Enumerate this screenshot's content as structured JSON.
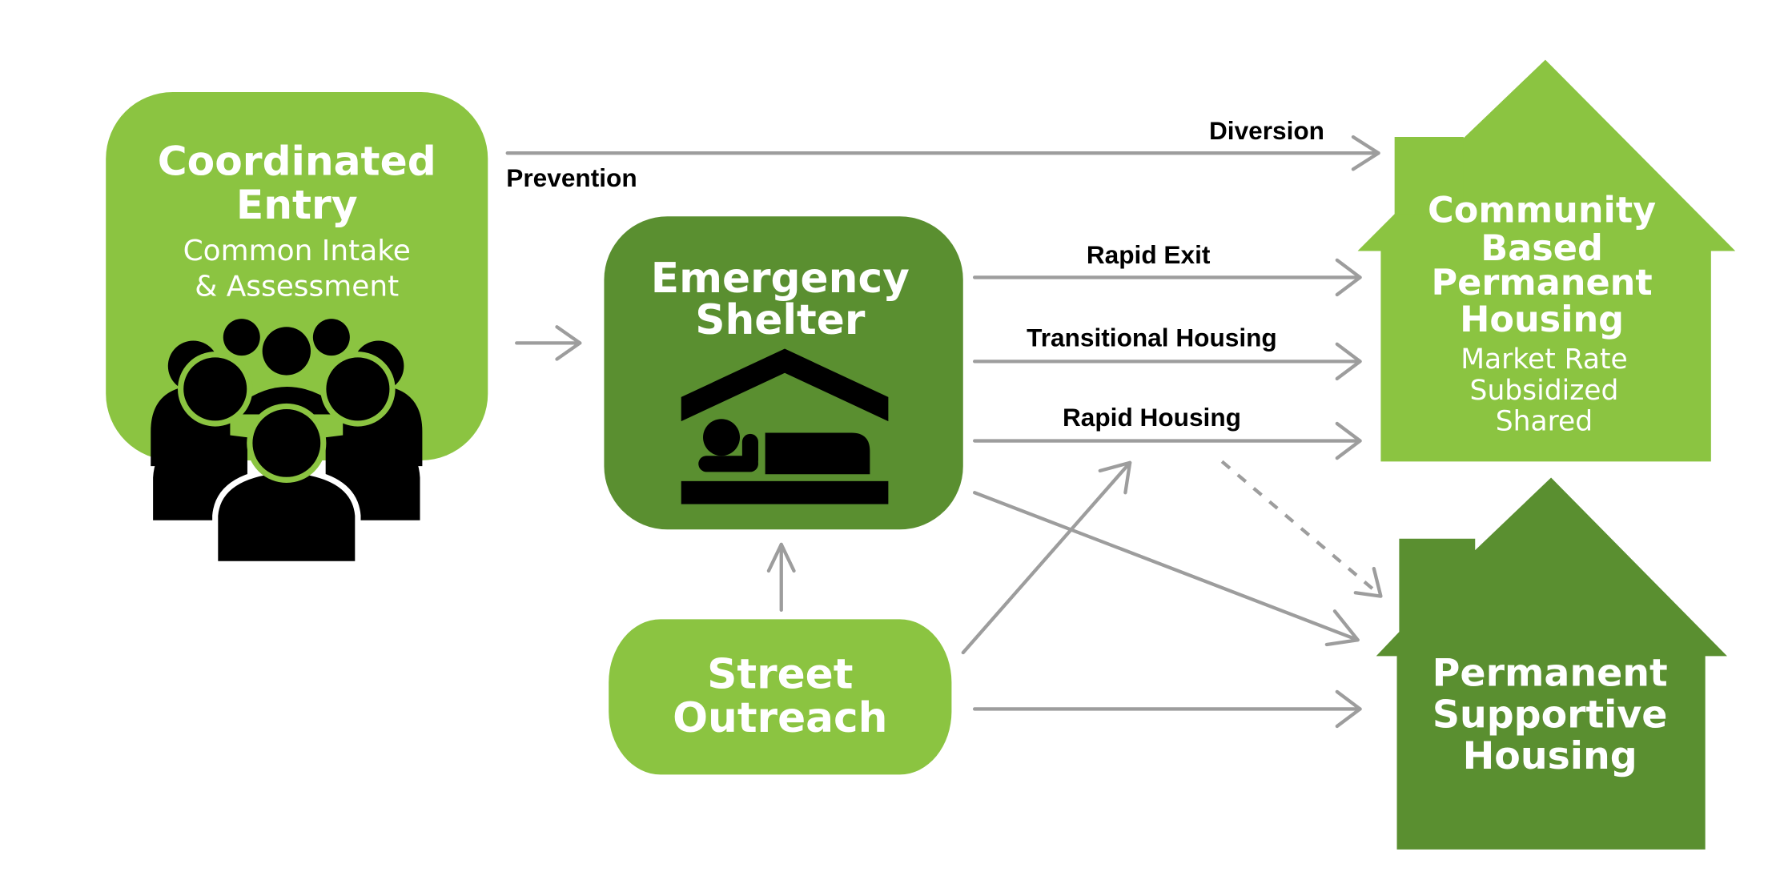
{
  "colors": {
    "light_green": "#8bc441",
    "dark_green": "#5a8f30",
    "arrow_gray": "#9d9d9d",
    "label_black": "#000000",
    "text_white": "#ffffff"
  },
  "nodes": {
    "coordinated_entry": {
      "title_lines": [
        "Coordinated",
        "Entry"
      ],
      "subtitle_lines": [
        "Common Intake",
        "& Assessment"
      ],
      "icon": "people-group-icon"
    },
    "emergency_shelter": {
      "title_lines": [
        "Emergency",
        "Shelter"
      ],
      "icon": "shelter-sleeping-person-icon"
    },
    "street_outreach": {
      "title_lines": [
        "Street",
        "Outreach"
      ]
    },
    "community_housing": {
      "title_lines": [
        "Community",
        "Based",
        "Permanent",
        "Housing"
      ],
      "subtitle_lines": [
        "Market Rate",
        "Subsidized",
        "Shared"
      ],
      "icon": "house-shape"
    },
    "permanent_supportive_housing": {
      "title_lines": [
        "Permanent",
        "Supportive",
        "Housing"
      ],
      "icon": "house-shape"
    }
  },
  "edges": [
    {
      "from": "Coordinated Entry",
      "to": "Community Based Permanent Housing",
      "labels": [
        "Diversion",
        "Prevention"
      ],
      "style": "solid"
    },
    {
      "from": "Coordinated Entry",
      "to": "Emergency Shelter",
      "labels": [],
      "style": "solid"
    },
    {
      "from": "Emergency Shelter",
      "to": "Community Based Permanent Housing",
      "labels": [
        "Rapid Exit"
      ],
      "style": "solid"
    },
    {
      "from": "Emergency Shelter",
      "to": "Community Based Permanent Housing",
      "labels": [
        "Transitional Housing"
      ],
      "style": "solid"
    },
    {
      "from": "Emergency Shelter",
      "to": "Community Based Permanent Housing",
      "labels": [
        "Rapid Housing"
      ],
      "style": "solid"
    },
    {
      "from": "Emergency Shelter",
      "to": "Permanent Supportive Housing",
      "labels": [],
      "style": "solid"
    },
    {
      "from": "Street Outreach",
      "to": "Emergency Shelter",
      "labels": [],
      "style": "solid"
    },
    {
      "from": "Street Outreach",
      "to": "Rapid Housing",
      "labels": [],
      "style": "solid"
    },
    {
      "from": "Street Outreach",
      "to": "Permanent Supportive Housing",
      "labels": [],
      "style": "solid"
    },
    {
      "from": "Rapid Housing",
      "to": "Permanent Supportive Housing",
      "labels": [],
      "style": "dashed"
    }
  ],
  "edge_labels": {
    "diversion": "Diversion",
    "prevention": "Prevention",
    "rapid_exit": "Rapid Exit",
    "transitional_housing": "Transitional Housing",
    "rapid_housing": "Rapid Housing"
  }
}
